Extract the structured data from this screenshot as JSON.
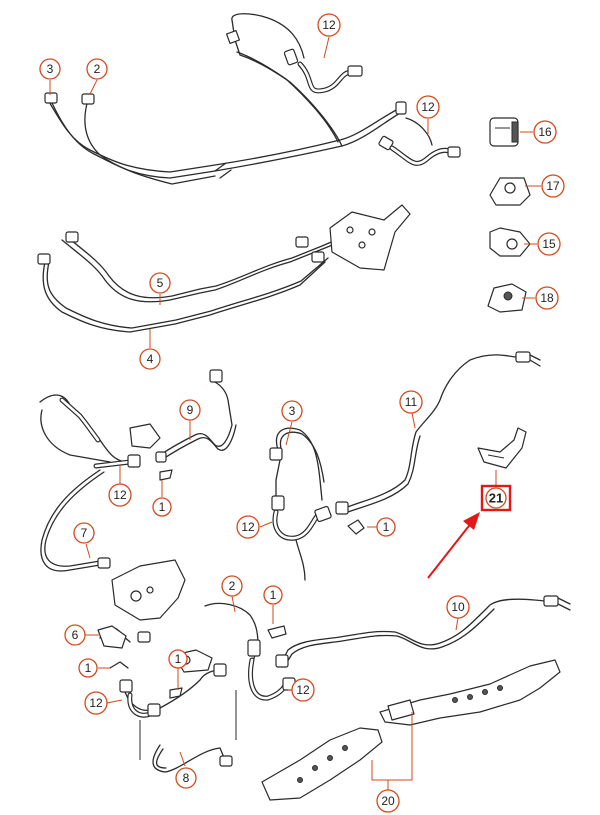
{
  "callouts": [
    {
      "id": "c3a",
      "label": "3"
    },
    {
      "id": "c2a",
      "label": "2"
    },
    {
      "id": "c12a",
      "label": "12"
    },
    {
      "id": "c12b",
      "label": "12"
    },
    {
      "id": "c16",
      "label": "16"
    },
    {
      "id": "c17",
      "label": "17"
    },
    {
      "id": "c15",
      "label": "15"
    },
    {
      "id": "c18",
      "label": "18"
    },
    {
      "id": "c5",
      "label": "5"
    },
    {
      "id": "c4",
      "label": "4"
    },
    {
      "id": "c9",
      "label": "9"
    },
    {
      "id": "c3b",
      "label": "3"
    },
    {
      "id": "c11",
      "label": "11"
    },
    {
      "id": "c12c",
      "label": "12"
    },
    {
      "id": "c1a",
      "label": "1"
    },
    {
      "id": "c12d",
      "label": "12"
    },
    {
      "id": "c1b",
      "label": "1"
    },
    {
      "id": "c7",
      "label": "7"
    },
    {
      "id": "c2b",
      "label": "2"
    },
    {
      "id": "c1c",
      "label": "1"
    },
    {
      "id": "c10",
      "label": "10"
    },
    {
      "id": "c6",
      "label": "6"
    },
    {
      "id": "c1d",
      "label": "1"
    },
    {
      "id": "c1e",
      "label": "1"
    },
    {
      "id": "c12e",
      "label": "12"
    },
    {
      "id": "c12f",
      "label": "12"
    },
    {
      "id": "c8",
      "label": "8"
    },
    {
      "id": "c20",
      "label": "20"
    }
  ],
  "highlight": {
    "label": "21",
    "color": "#e01818"
  },
  "colors": {
    "callout_ring": "#d24a1c",
    "highlight": "#e01818",
    "line": "#2b2b2b"
  }
}
